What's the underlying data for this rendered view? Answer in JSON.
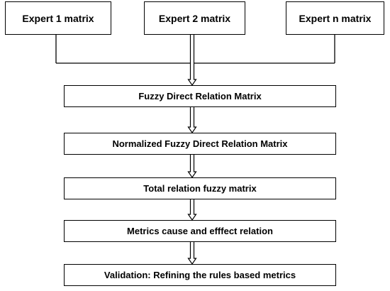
{
  "experts": [
    "Expert 1 matrix",
    "Expert 2 matrix",
    "Expert n matrix"
  ],
  "steps": [
    "Fuzzy Direct Relation Matrix",
    "Normalized Fuzzy Direct Relation Matrix",
    "Total relation fuzzy matrix",
    "Metrics cause and efffect relation",
    "Validation: Refining the rules based metrics"
  ]
}
